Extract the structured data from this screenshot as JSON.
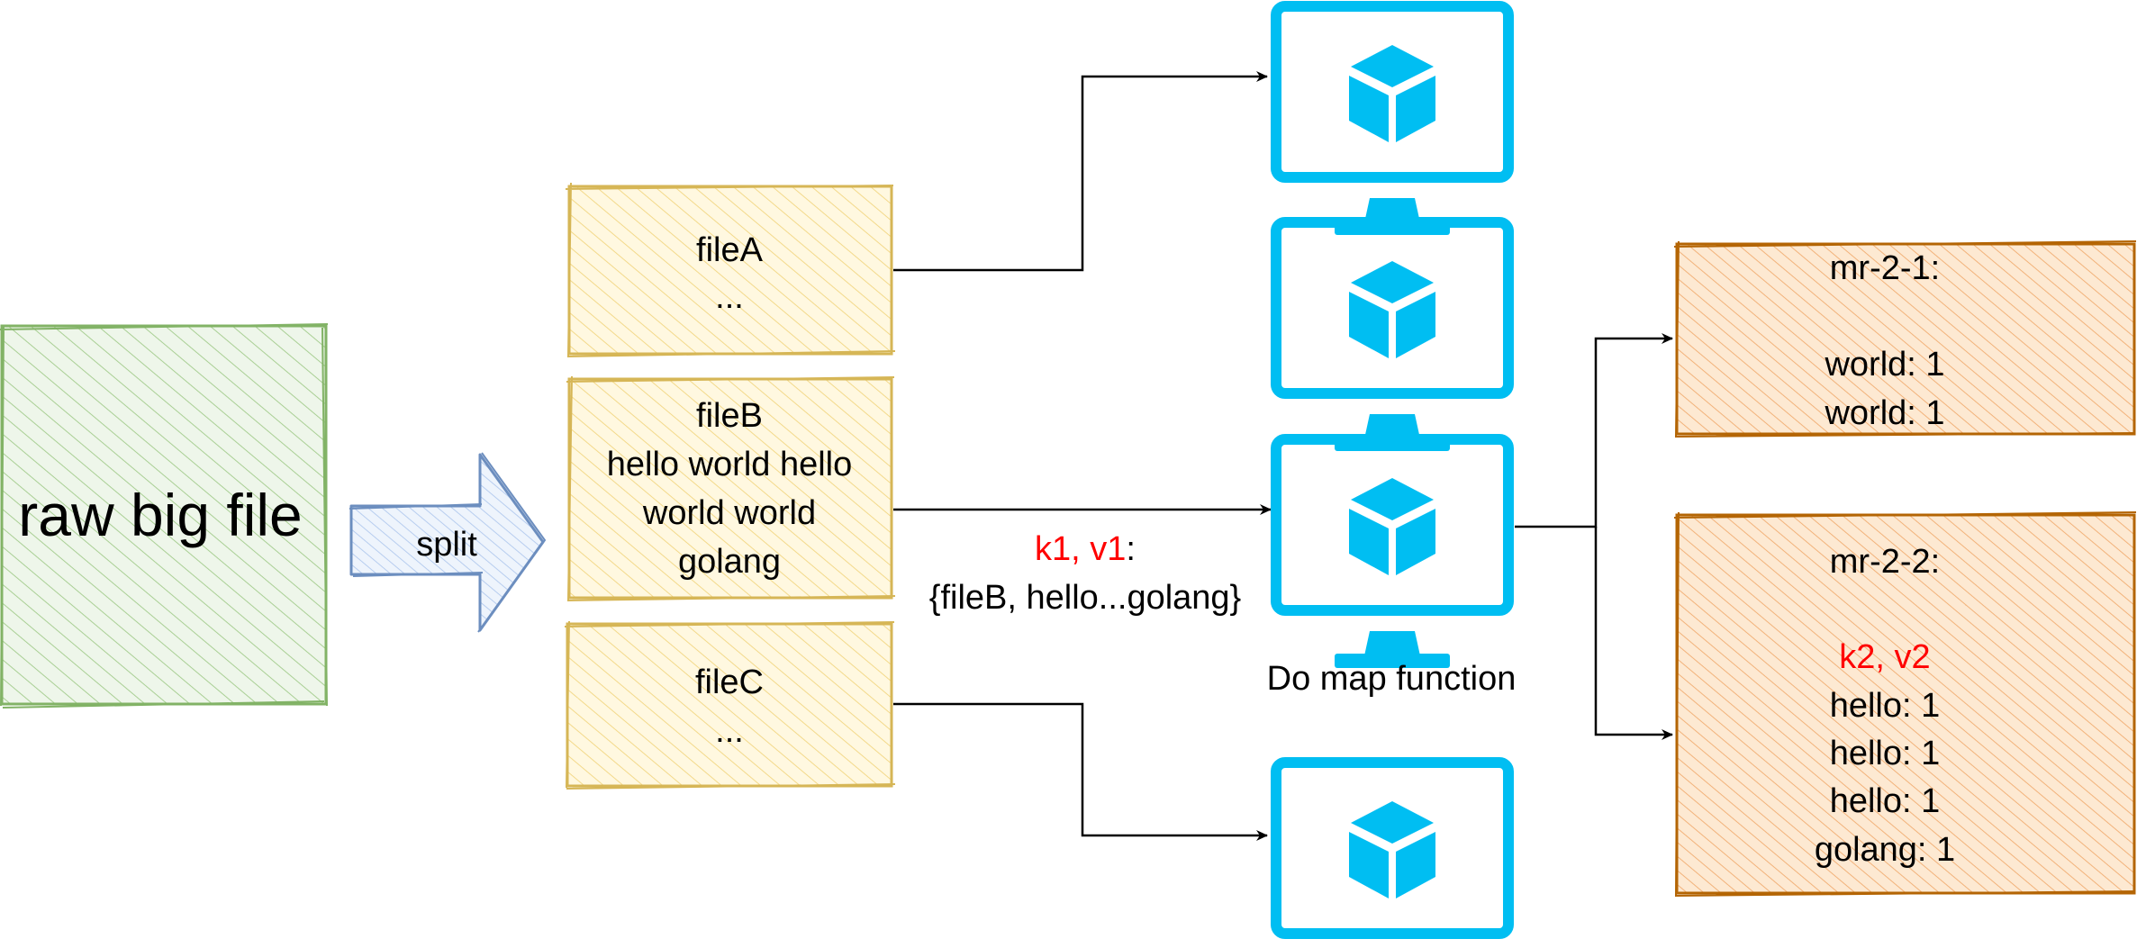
{
  "raw_file": {
    "label": "raw big file"
  },
  "split_arrow": {
    "label": "split"
  },
  "files": [
    {
      "lines": [
        "fileA",
        "..."
      ]
    },
    {
      "lines": [
        "fileB",
        "hello world hello",
        "world world",
        "golang"
      ]
    },
    {
      "lines": [
        "fileC",
        "..."
      ]
    }
  ],
  "kv_input": {
    "key_part": "k1, v1",
    "colon": ":",
    "value_line": "{fileB, hello...golang}"
  },
  "map_caption": "Do map function",
  "outputs": [
    {
      "title": "mr-2-1:",
      "highlight": "",
      "lines": [
        "world: 1",
        "world: 1"
      ]
    },
    {
      "title": "mr-2-2:",
      "highlight": "k2, v2",
      "lines": [
        "hello: 1",
        "hello: 1",
        "hello: 1",
        "golang: 1"
      ]
    }
  ],
  "colors": {
    "green_stroke": "#82b366",
    "green_fill": "#d5e8d4",
    "yellow_stroke": "#d6b656",
    "yellow_fill": "#fff2cc",
    "orange_stroke": "#b46504",
    "orange_fill": "#fad7ac",
    "blue_stroke": "#6c8ebf",
    "blue_fill": "#dae8fc",
    "computer": "#00bef2",
    "red": "#ff0000"
  },
  "icons": [
    "computer-cube-icon",
    "arrow-right-icon"
  ]
}
